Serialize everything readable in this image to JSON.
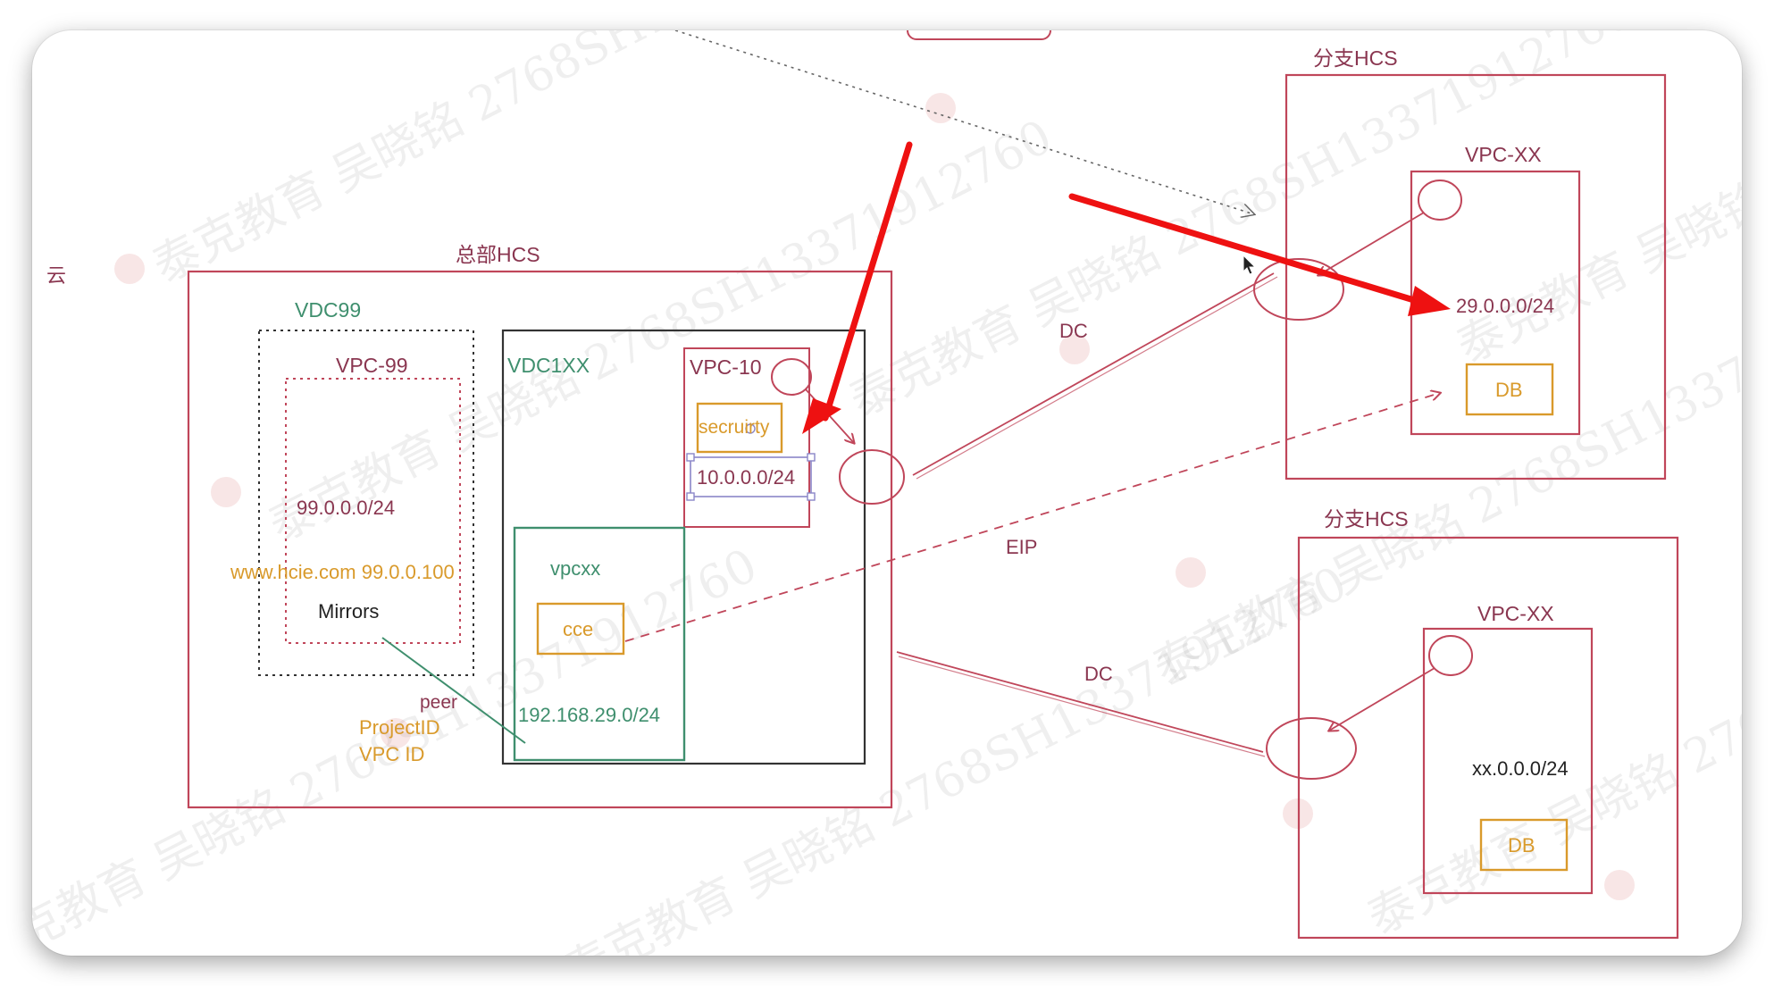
{
  "watermark": {
    "text": "泰克教育 吴晓铭 2768SH13371912760"
  },
  "side_label": "云",
  "hq": {
    "title": "总部HCS",
    "vdc99": {
      "label": "VDC99",
      "vpc_label": "VPC-99",
      "cidr": "99.0.0.0/24",
      "service": "www.hcie.com 99.0.0.100",
      "mirrors": "Mirrors"
    },
    "vdc1xx": {
      "label": "VDC1XX",
      "vpc10": {
        "label": "VPC-10",
        "security": "secruirty",
        "cidr": "10.0.0.0/24"
      },
      "vpcxx": {
        "label": "vpcxx",
        "cce": "cce",
        "cidr": "192.168.29.0/24"
      }
    },
    "peer": "peer",
    "project_id": "ProjectID",
    "vpc_id": "VPC ID"
  },
  "branch1": {
    "title": "分支HCS",
    "vpc_label": "VPC-XX",
    "cidr": "29.0.0.0/24",
    "db": "DB"
  },
  "branch2": {
    "title": "分支HCS",
    "vpc_label": "VPC-XX",
    "cidr": "xx.0.0.0/24",
    "db": "DB"
  },
  "links": {
    "dc_top": "DC",
    "dc_bottom": "DC",
    "eip": "EIP"
  },
  "colors": {
    "pink": "#c0465a",
    "green": "#3f8f6e",
    "orange": "#d99a2b",
    "dark": "#333333",
    "red_arrow": "#ee1111"
  }
}
